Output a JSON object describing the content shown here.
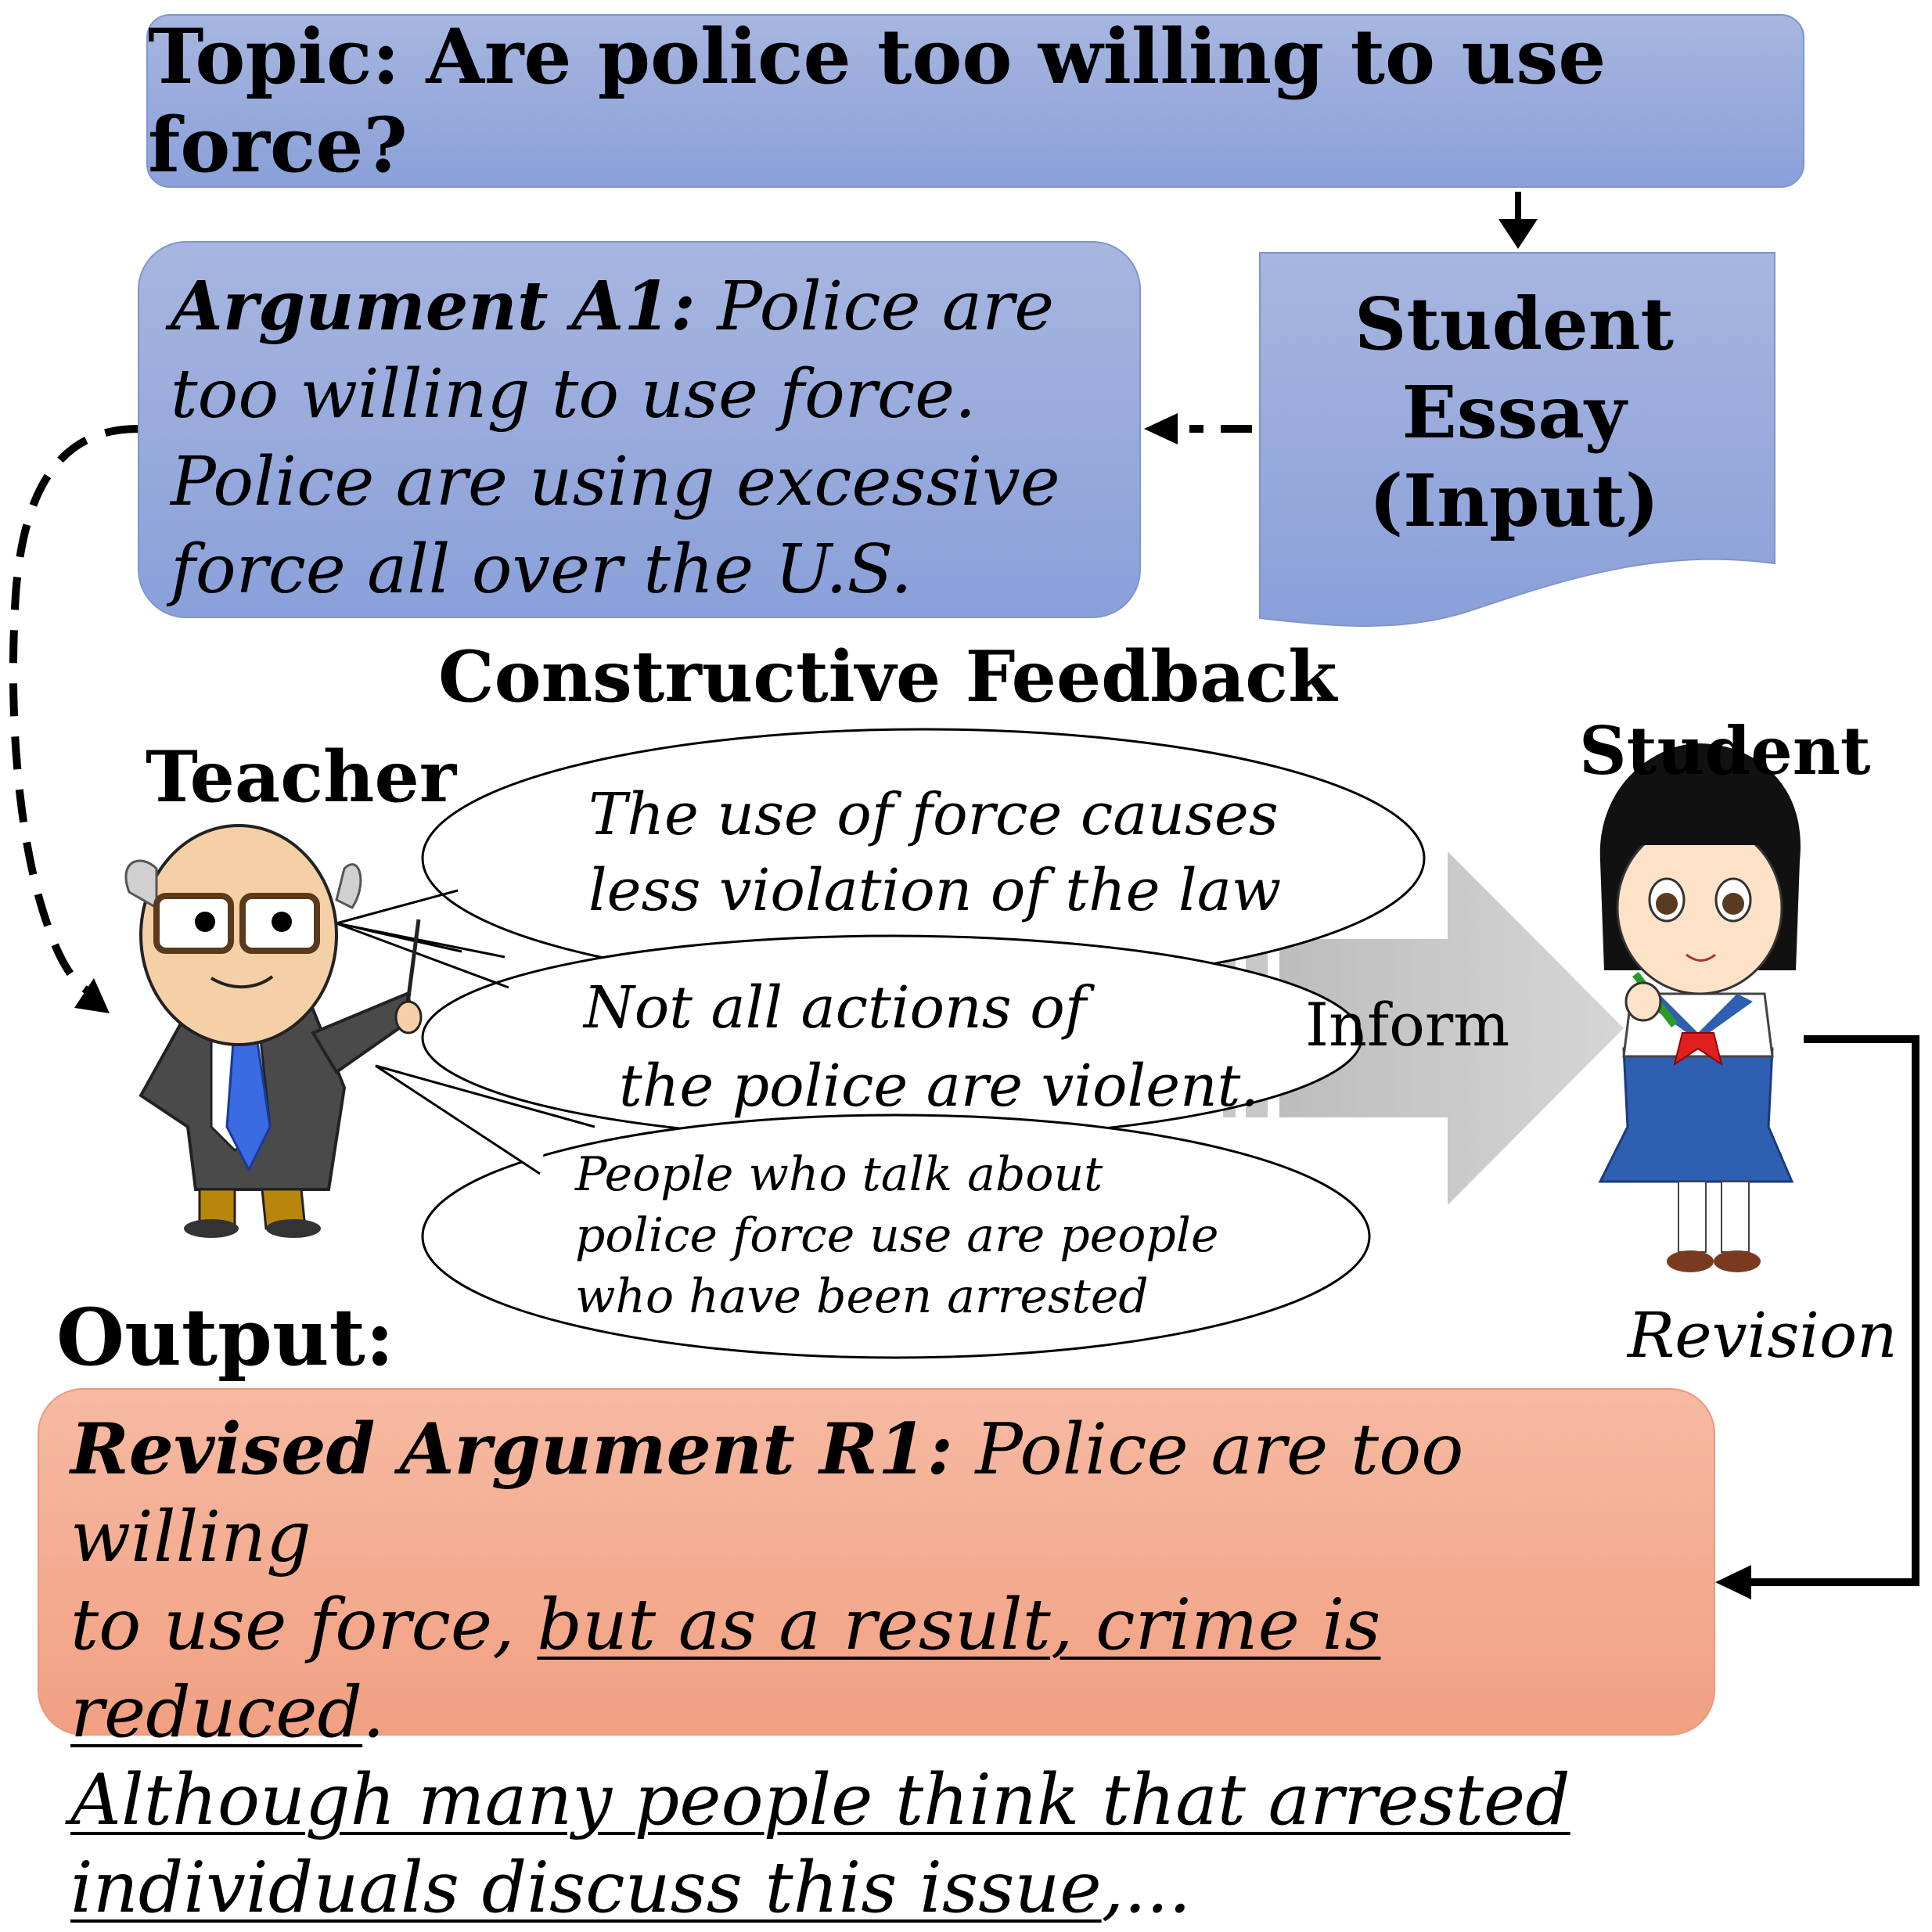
{
  "topic": {
    "text": "Topic: Are police too willing to use force?"
  },
  "argument": {
    "label": "Argument A1:",
    "line1_rest": " Police are",
    "line2": "too willing to use force.",
    "line3": "Police are using excessive",
    "line4": "force all over the U.S."
  },
  "essay": {
    "line1": "Student",
    "line2": "Essay",
    "line3": "(Input)"
  },
  "feedback_title": "Constructive Feedback",
  "teacher_label": "Teacher",
  "student_label": "Student",
  "feedback": [
    {
      "line1": "The use of force causes",
      "line2": "less violation of the law"
    },
    {
      "line1": "Not all actions of",
      "line2": "the police are violent."
    },
    {
      "line1": "People who talk about",
      "line2": "police force use are people",
      "line3": "who have been arrested"
    }
  ],
  "inform_label": "Inform",
  "revision_label": "Revision",
  "output_label": "Output:",
  "revised": {
    "label": "Revised Argument R1:",
    "line1_rest": " Police are too willing",
    "line2_plain": "to use force, ",
    "line2_under": "but as a result, crime is reduced",
    "line2_end": ".",
    "line3": "Although many people think that arrested",
    "line4_under": "individuals discuss this issue",
    "line4_end": ",..."
  },
  "colors": {
    "blue_box": "#97aadb",
    "orange_box": "#f4ab90",
    "arrow_gray": "#c8c8c8"
  }
}
